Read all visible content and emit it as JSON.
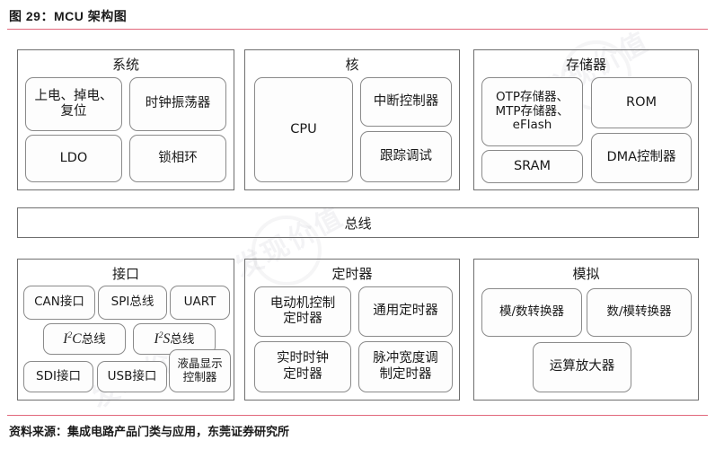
{
  "figure": {
    "title": "图 29：MCU 架构图",
    "source": "资料来源：集成电路产品门类与应用，东莞证券研究所",
    "rule_color": "#e2687c",
    "panel_border_color": "#6f6f6f",
    "block_border_color": "#8a8a8a"
  },
  "bus": {
    "label": "总线"
  },
  "groups": {
    "system": {
      "title": "系统",
      "blocks": [
        {
          "id": "power-reset",
          "label": "上电、掉电、\n复位"
        },
        {
          "id": "clock-oscillator",
          "label": "时钟振荡器"
        },
        {
          "id": "ldo",
          "label": "LDO"
        },
        {
          "id": "pll",
          "label": "锁相环"
        }
      ]
    },
    "core": {
      "title": "核",
      "blocks": [
        {
          "id": "cpu",
          "label": "CPU"
        },
        {
          "id": "interrupt-controller",
          "label": "中断控制器"
        },
        {
          "id": "trace-debug",
          "label": "跟踪调试"
        }
      ]
    },
    "memory": {
      "title": "存储器",
      "blocks": [
        {
          "id": "otp-mtp-eflash",
          "label": "OTP存储器、\nMTP存储器、\neFlash"
        },
        {
          "id": "rom",
          "label": "ROM"
        },
        {
          "id": "sram",
          "label": "SRAM"
        },
        {
          "id": "dma-controller",
          "label": "DMA控制器"
        }
      ]
    },
    "interface": {
      "title": "接口",
      "blocks": [
        {
          "id": "can",
          "label": "CAN接口"
        },
        {
          "id": "spi",
          "label": "SPI总线"
        },
        {
          "id": "uart",
          "label": "UART"
        },
        {
          "id": "i2c",
          "label": "I2C总线",
          "i_letter": "I",
          "sup": "2",
          "tail_letter": "C",
          "cjk": "总线"
        },
        {
          "id": "i2s",
          "label": "I2S总线",
          "i_letter": "I",
          "sup": "2",
          "tail_letter": "S",
          "cjk": "总线"
        },
        {
          "id": "sdi",
          "label": "SDI接口"
        },
        {
          "id": "usb",
          "label": "USB接口"
        },
        {
          "id": "lcd-controller",
          "label": "液晶显示\n控制器"
        }
      ]
    },
    "timer": {
      "title": "定时器",
      "blocks": [
        {
          "id": "motor-control-timer",
          "label": "电动机控制\n定时器"
        },
        {
          "id": "general-timer",
          "label": "通用定时器"
        },
        {
          "id": "rtc-timer",
          "label": "实时时钟\n定时器"
        },
        {
          "id": "pwm-timer",
          "label": "脉冲宽度调\n制定时器"
        }
      ]
    },
    "analog": {
      "title": "模拟",
      "blocks": [
        {
          "id": "adc",
          "label": "模/数转换器"
        },
        {
          "id": "dac",
          "label": "数/模转换器"
        },
        {
          "id": "opamp",
          "label": "运算放大器"
        }
      ]
    }
  },
  "watermark": {
    "text": "发现价值"
  }
}
